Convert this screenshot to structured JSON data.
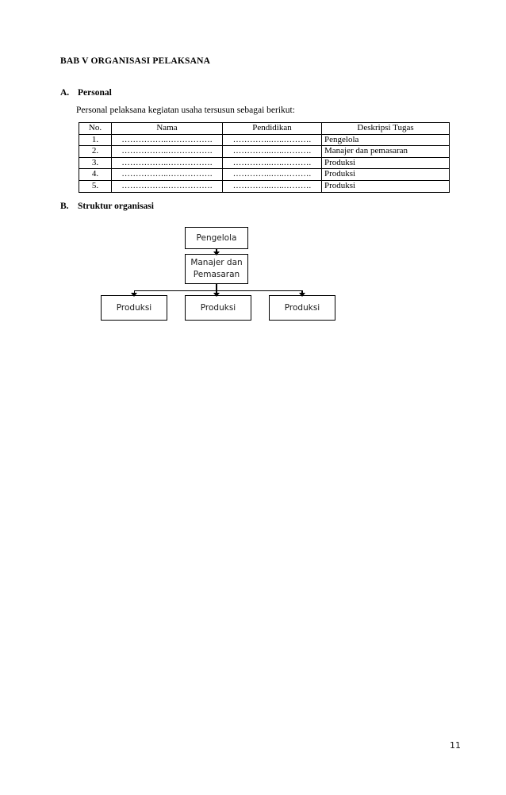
{
  "document": {
    "chapter_title": "BAB V ORGANISASI PELAKSANA",
    "page_number": "11",
    "sections": {
      "a": {
        "letter": "A.",
        "heading": "Personal",
        "intro": "Personal pelaksana kegiatan usaha tersusun sebagai berikut:"
      },
      "b": {
        "letter": "B.",
        "heading": "Struktur organisasi"
      }
    }
  },
  "table": {
    "headers": [
      "No.",
      "Nama",
      "Pendidikan",
      "Deskripsi Tugas"
    ],
    "dots": "……………..…………….",
    "rows": [
      {
        "no": "1.",
        "nama": "……………..…………….",
        "pendidikan": "…………..…..……….",
        "deskripsi": "Pengelola"
      },
      {
        "no": "2.",
        "nama": "……………..…………….",
        "pendidikan": "…………..…..……….",
        "deskripsi": "Manajer dan pemasaran"
      },
      {
        "no": "3.",
        "nama": "……………..…………….",
        "pendidikan": "…………..…..……….",
        "deskripsi": "Produksi"
      },
      {
        "no": "4.",
        "nama": "……………..…………….",
        "pendidikan": "…………..…..……….",
        "deskripsi": "Produksi"
      },
      {
        "no": "5.",
        "nama": "……………..…………….",
        "pendidikan": "…………..…..……….",
        "deskripsi": "Produksi"
      }
    ]
  },
  "org_chart": {
    "nodes": {
      "pengelola": "Pengelola",
      "manajer_line1": "Manajer dan",
      "manajer_line2": "Pemasaran",
      "produksi_1": "Produksi",
      "produksi_2": "Produksi",
      "produksi_3": "Produksi"
    }
  }
}
